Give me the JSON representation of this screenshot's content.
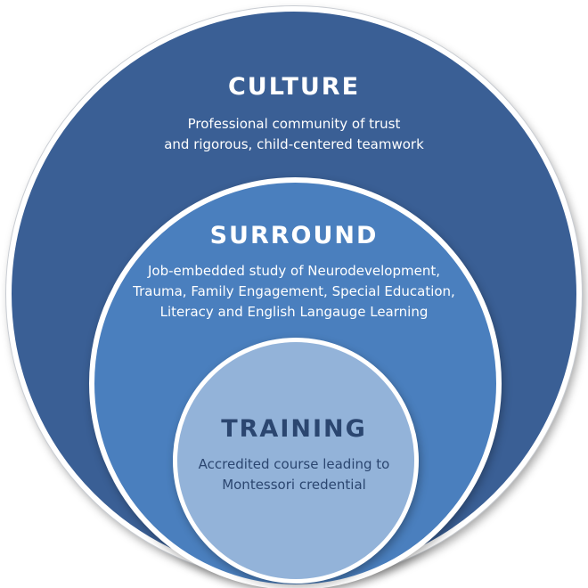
{
  "colors": {
    "outer_fill": "#3a5f95",
    "middle_fill": "#4a7fbe",
    "inner_fill": "#93b3d9",
    "light_text": "#ffffff",
    "dark_text": "#2b4670"
  },
  "culture": {
    "title": "CULTURE",
    "description": "Professional community of trust\nand rigorous, child-centered teamwork"
  },
  "surround": {
    "title": "SURROUND",
    "description": "Job-embedded study of Neurodevelopment,\nTrauma, Family Engagement, Special Education,\nLiteracy and English Langauge Learning"
  },
  "training": {
    "title": "TRAINING",
    "description": "Accredited course leading to\nMontessori credential"
  }
}
